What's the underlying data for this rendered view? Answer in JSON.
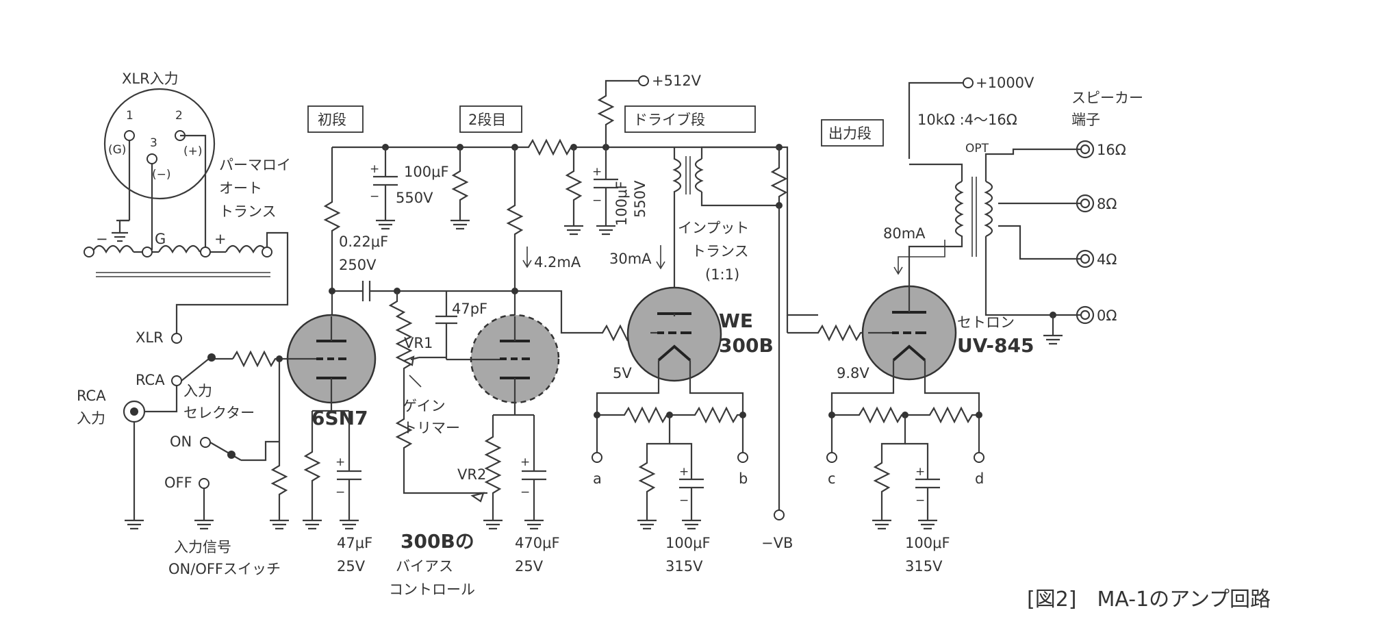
{
  "labels": {
    "xlr_input": "XLR入力",
    "pin1": "1",
    "pin1_sub": "(G)",
    "pin2": "2",
    "pin2_sub": "(+)",
    "pin3": "3",
    "pin3_sub": "(−)",
    "permalloy_1": "パーマロイ",
    "permalloy_2": "オート",
    "permalloy_3": "トランス",
    "minus": "−",
    "g": "G",
    "plus": "+",
    "xlr": "XLR",
    "rca": "RCA",
    "rca_input_1": "RCA",
    "rca_input_2": "入力",
    "input_selector_1": "入力",
    "input_selector_2": "セレクター",
    "on": "ON",
    "off": "OFF",
    "onoff_switch_1": "入力信号",
    "onoff_switch_2": "ON/OFFスイッチ",
    "stage1": "初段",
    "stage2": "2段目",
    "stage_drive": "ドライブ段",
    "stage_output": "出力段",
    "c_100uf": "100μF",
    "c_550v": "550V",
    "c_022uf": "0.22μF",
    "c_250v": "250V",
    "c_47pf": "47pF",
    "vr1": "VR1",
    "vr2": "VR2",
    "gain_trimmer_1": "ゲイン",
    "gain_trimmer_2": "トリマー",
    "tube_6sn7": "6SN7",
    "c_47uf": "47μF",
    "c_47uf_v": "25V",
    "bias_ctrl_1": "300Bの",
    "bias_ctrl_2": "バイアス",
    "bias_ctrl_3": "コントロール",
    "c_470uf": "470μF",
    "c_470uf_v": "25V",
    "i_4_2ma": "4.2mA",
    "v_512": "+512V",
    "c_100uf_v": "100μF",
    "c_550v_v": "550V",
    "input_trans_1": "インプット",
    "input_trans_2": "トランス",
    "input_trans_3": "(1:1)",
    "i_30ma": "30mA",
    "tube_we_1": "WE",
    "tube_we_2": "300B",
    "v_5v": "5V",
    "a": "a",
    "b": "b",
    "c_100uf_315_a": "100μF",
    "c_315v_a": "315V",
    "neg_vb": "−VB",
    "v_1000": "+1000V",
    "opt_ratio": "10kΩ :4〜16Ω",
    "opt": "OPT",
    "speaker_1": "スピーカー",
    "speaker_2": "端子",
    "tap_16": "16Ω",
    "tap_8": "8Ω",
    "tap_4": "4Ω",
    "tap_0": "0Ω",
    "i_80ma": "80mA",
    "tube_845_1": "セトロン",
    "tube_845_2": "UV-845",
    "v_9_8": "9.8V",
    "c": "c",
    "d": "d",
    "c_100uf_315_b": "100μF",
    "c_315v_b": "315V",
    "caption": "[図2]　MA-1のアンプ回路"
  }
}
